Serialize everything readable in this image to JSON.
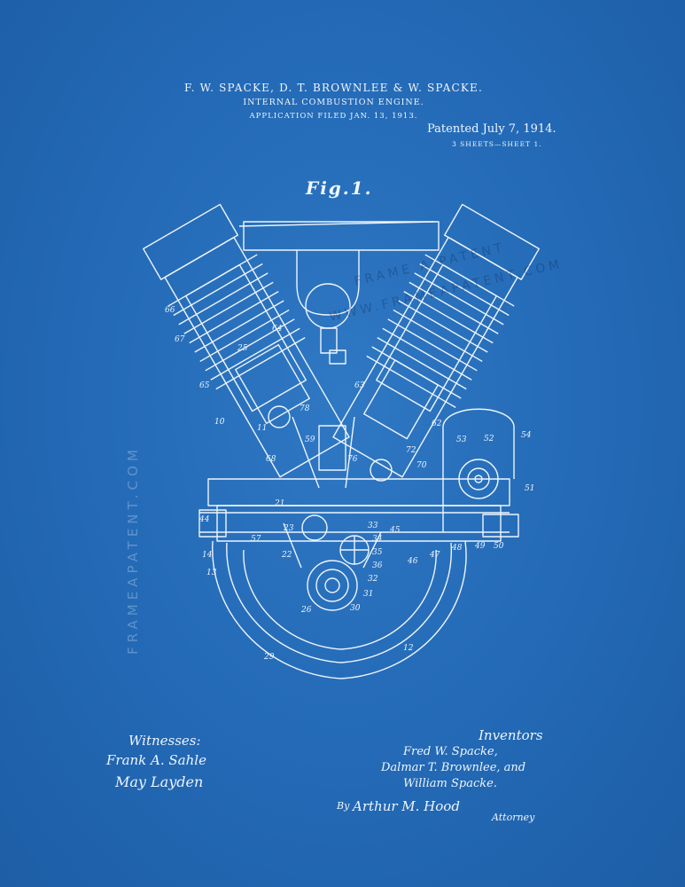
{
  "header": {
    "names": "F. W. SPACKE, D. T. BROWNLEE & W. SPACKE.",
    "title": "INTERNAL COMBUSTION ENGINE.",
    "filed": "APPLICATION FILED JAN. 13, 1913.",
    "patented": "Patented July 7, 1914.",
    "sheets": "3 SHEETS—SHEET 1."
  },
  "figure_label": "Fig.1.",
  "watermarks": {
    "side": "FRAMEAPATENT.COM",
    "diagonal_1": "FRAME A PATENT",
    "diagonal_2": "WWW.FRAMEAPATENT.COM"
  },
  "reference_numerals": [
    "66",
    "67",
    "65",
    "10",
    "25",
    "64",
    "63",
    "78",
    "59",
    "11",
    "68",
    "62",
    "53",
    "52",
    "54",
    "51",
    "44",
    "57",
    "14",
    "13",
    "29",
    "12",
    "50",
    "49",
    "48",
    "47",
    "46",
    "45",
    "36",
    "35",
    "34",
    "33",
    "32",
    "31",
    "30",
    "26",
    "23",
    "22",
    "21",
    "76",
    "72",
    "70"
  ],
  "signatures": {
    "witnesses_label": "Witnesses:",
    "witness_1": "Frank A. Sahle",
    "witness_2": "May Layden",
    "inventors_label": "Inventors",
    "inventor_1": "Fred W. Spacke,",
    "inventor_2": "Dalmar T. Brownlee, and",
    "inventor_3": "William Spacke.",
    "by": "By",
    "attorney_name": "Arthur M. Hood",
    "attorney_label": "Attorney"
  },
  "colors": {
    "background": "#2369b5",
    "ink": "#eef5fc"
  }
}
